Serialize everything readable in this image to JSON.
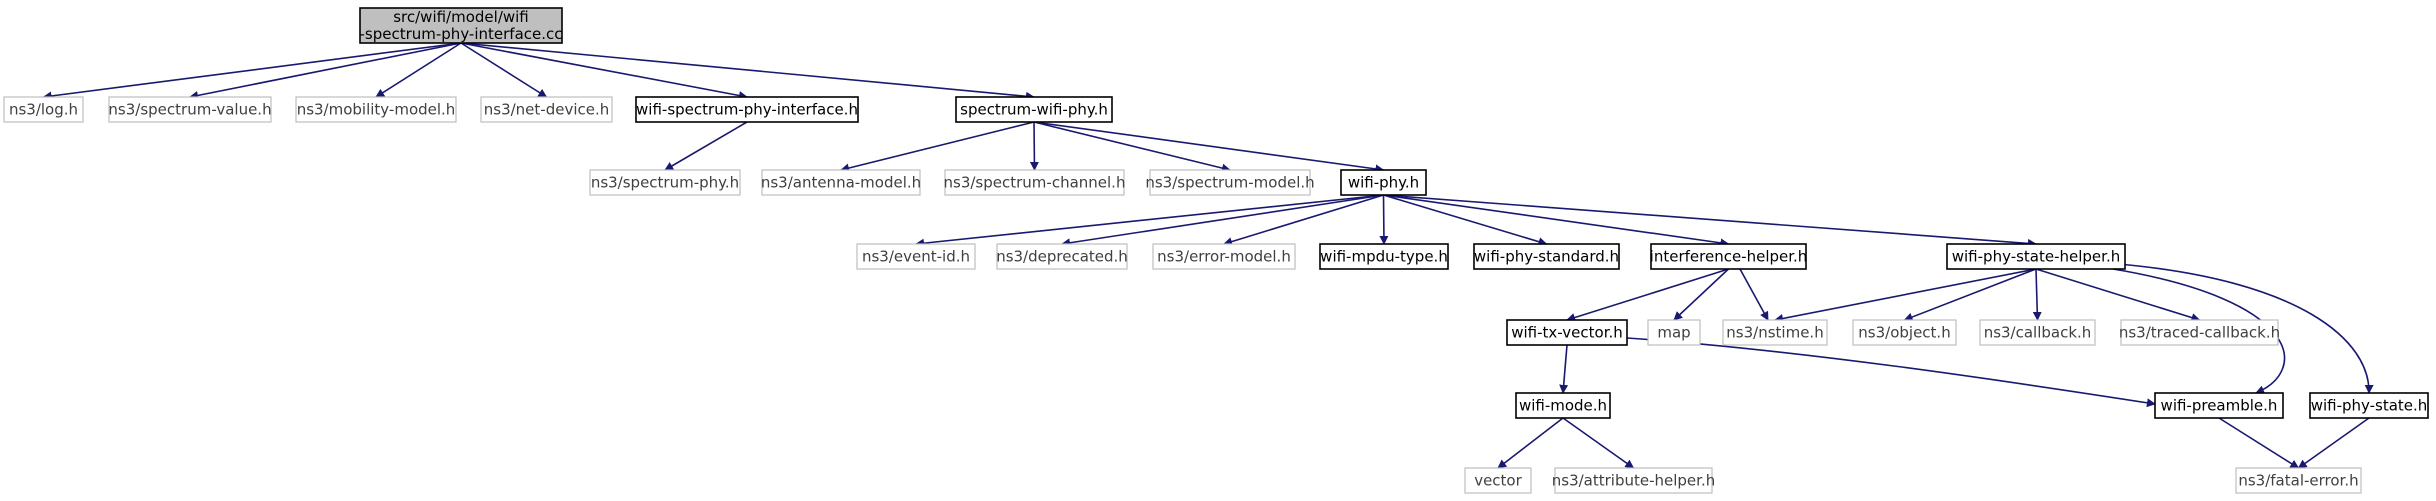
{
  "graph": {
    "nodes": [
      {
        "id": "root",
        "lines": [
          "src/wifi/model/wifi",
          "-spectrum-phy-interface.cc"
        ],
        "kind": "root"
      },
      {
        "id": "log",
        "lines": [
          "ns3/log.h"
        ],
        "kind": "external"
      },
      {
        "id": "specval",
        "lines": [
          "ns3/spectrum-value.h"
        ],
        "kind": "external"
      },
      {
        "id": "mobility",
        "lines": [
          "ns3/mobility-model.h"
        ],
        "kind": "external"
      },
      {
        "id": "netdev",
        "lines": [
          "ns3/net-device.h"
        ],
        "kind": "external"
      },
      {
        "id": "wspi",
        "lines": [
          "wifi-spectrum-phy-interface.h"
        ],
        "kind": "documented"
      },
      {
        "id": "swp",
        "lines": [
          "spectrum-wifi-phy.h"
        ],
        "kind": "documented"
      },
      {
        "id": "specphy",
        "lines": [
          "ns3/spectrum-phy.h"
        ],
        "kind": "external"
      },
      {
        "id": "antenna",
        "lines": [
          "ns3/antenna-model.h"
        ],
        "kind": "external"
      },
      {
        "id": "specchan",
        "lines": [
          "ns3/spectrum-channel.h"
        ],
        "kind": "external"
      },
      {
        "id": "specmodel",
        "lines": [
          "ns3/spectrum-model.h"
        ],
        "kind": "external"
      },
      {
        "id": "wifiphy",
        "lines": [
          "wifi-phy.h"
        ],
        "kind": "documented"
      },
      {
        "id": "eventid",
        "lines": [
          "ns3/event-id.h"
        ],
        "kind": "external"
      },
      {
        "id": "deprecated",
        "lines": [
          "ns3/deprecated.h"
        ],
        "kind": "external"
      },
      {
        "id": "errmodel",
        "lines": [
          "ns3/error-model.h"
        ],
        "kind": "external"
      },
      {
        "id": "mpdu",
        "lines": [
          "wifi-mpdu-type.h"
        ],
        "kind": "documented"
      },
      {
        "id": "phystd",
        "lines": [
          "wifi-phy-standard.h"
        ],
        "kind": "documented"
      },
      {
        "id": "interf",
        "lines": [
          "interference-helper.h"
        ],
        "kind": "documented"
      },
      {
        "id": "psh",
        "lines": [
          "wifi-phy-state-helper.h"
        ],
        "kind": "documented"
      },
      {
        "id": "txvec",
        "lines": [
          "wifi-tx-vector.h"
        ],
        "kind": "documented"
      },
      {
        "id": "map",
        "lines": [
          "map"
        ],
        "kind": "external"
      },
      {
        "id": "nstime",
        "lines": [
          "ns3/nstime.h"
        ],
        "kind": "external"
      },
      {
        "id": "object",
        "lines": [
          "ns3/object.h"
        ],
        "kind": "external"
      },
      {
        "id": "callback",
        "lines": [
          "ns3/callback.h"
        ],
        "kind": "external"
      },
      {
        "id": "tcallback",
        "lines": [
          "ns3/traced-callback.h"
        ],
        "kind": "external"
      },
      {
        "id": "mode",
        "lines": [
          "wifi-mode.h"
        ],
        "kind": "documented"
      },
      {
        "id": "preamble",
        "lines": [
          "wifi-preamble.h"
        ],
        "kind": "documented"
      },
      {
        "id": "pstate",
        "lines": [
          "wifi-phy-state.h"
        ],
        "kind": "documented"
      },
      {
        "id": "vector",
        "lines": [
          "vector"
        ],
        "kind": "external"
      },
      {
        "id": "attr",
        "lines": [
          "ns3/attribute-helper.h"
        ],
        "kind": "external"
      },
      {
        "id": "fatal",
        "lines": [
          "ns3/fatal-error.h"
        ],
        "kind": "external"
      }
    ],
    "edges": [
      [
        "root",
        "log"
      ],
      [
        "root",
        "specval"
      ],
      [
        "root",
        "mobility"
      ],
      [
        "root",
        "netdev"
      ],
      [
        "root",
        "wspi"
      ],
      [
        "root",
        "swp"
      ],
      [
        "wspi",
        "specphy"
      ],
      [
        "swp",
        "antenna"
      ],
      [
        "swp",
        "specchan"
      ],
      [
        "swp",
        "specmodel"
      ],
      [
        "swp",
        "wifiphy"
      ],
      [
        "wifiphy",
        "eventid"
      ],
      [
        "wifiphy",
        "deprecated"
      ],
      [
        "wifiphy",
        "errmodel"
      ],
      [
        "wifiphy",
        "mpdu"
      ],
      [
        "wifiphy",
        "phystd"
      ],
      [
        "wifiphy",
        "interf"
      ],
      [
        "wifiphy",
        "psh"
      ],
      [
        "interf",
        "txvec"
      ],
      [
        "interf",
        "map"
      ],
      [
        "interf",
        "nstime"
      ],
      [
        "psh",
        "nstime"
      ],
      [
        "psh",
        "object"
      ],
      [
        "psh",
        "callback"
      ],
      [
        "psh",
        "tcallback"
      ],
      [
        "psh",
        "preamble"
      ],
      [
        "psh",
        "pstate"
      ],
      [
        "txvec",
        "mode"
      ],
      [
        "txvec",
        "preamble"
      ],
      [
        "mode",
        "vector"
      ],
      [
        "mode",
        "attr"
      ],
      [
        "preamble",
        "fatal"
      ],
      [
        "pstate",
        "fatal"
      ]
    ]
  },
  "style": {
    "edge_color": "#191970",
    "root_fill": "#bfbfbf",
    "documented_border": "#000000",
    "external_border": "#bfbfbf",
    "external_text": "#404040"
  }
}
